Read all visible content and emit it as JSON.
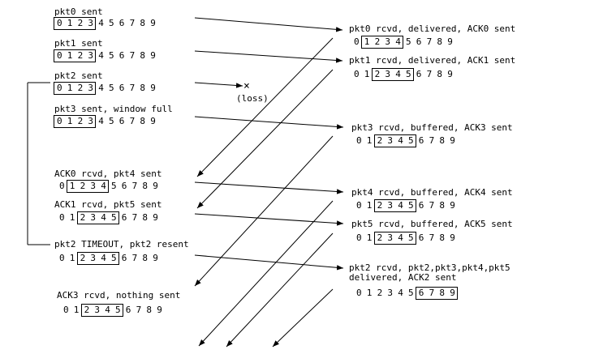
{
  "sender": {
    "events": [
      {
        "label": "pkt0 sent",
        "window": [
          0,
          3
        ]
      },
      {
        "label": "pkt1 sent",
        "window": [
          0,
          3
        ]
      },
      {
        "label": "pkt2 sent",
        "window": [
          0,
          3
        ]
      },
      {
        "label": "pkt3 sent, window full",
        "window": [
          0,
          3
        ]
      },
      {
        "label": "ACK0 rcvd, pkt4 sent",
        "window": [
          1,
          4
        ]
      },
      {
        "label": "ACK1 rcvd, pkt5 sent",
        "window": [
          2,
          5
        ]
      },
      {
        "label": "pkt2 TIMEOUT, pkt2 resent",
        "window": [
          2,
          5
        ]
      },
      {
        "label": "ACK3 rcvd, nothing sent",
        "window": [
          2,
          5
        ]
      }
    ]
  },
  "receiver": {
    "events": [
      {
        "label": "pkt0 rcvd, delivered, ACK0 sent",
        "window": [
          1,
          4
        ]
      },
      {
        "label": "pkt1 rcvd, delivered, ACK1 sent",
        "window": [
          2,
          5
        ]
      },
      {
        "label": "pkt3 rcvd, buffered, ACK3 sent",
        "window": [
          2,
          5
        ]
      },
      {
        "label": "pkt4 rcvd, buffered, ACK4 sent",
        "window": [
          2,
          5
        ]
      },
      {
        "label": "pkt5 rcvd, buffered, ACK5 sent",
        "window": [
          2,
          5
        ]
      },
      {
        "label": "pkt2 rcvd, pkt2,pkt3,pkt4,pkt5\ndelivered, ACK2 sent",
        "window": [
          6,
          9
        ]
      }
    ]
  },
  "sequence_numbers": [
    "0",
    "1",
    "2",
    "3",
    "4",
    "5",
    "6",
    "7",
    "8",
    "9"
  ],
  "loss_label": "(loss)",
  "loss_mark": "×"
}
